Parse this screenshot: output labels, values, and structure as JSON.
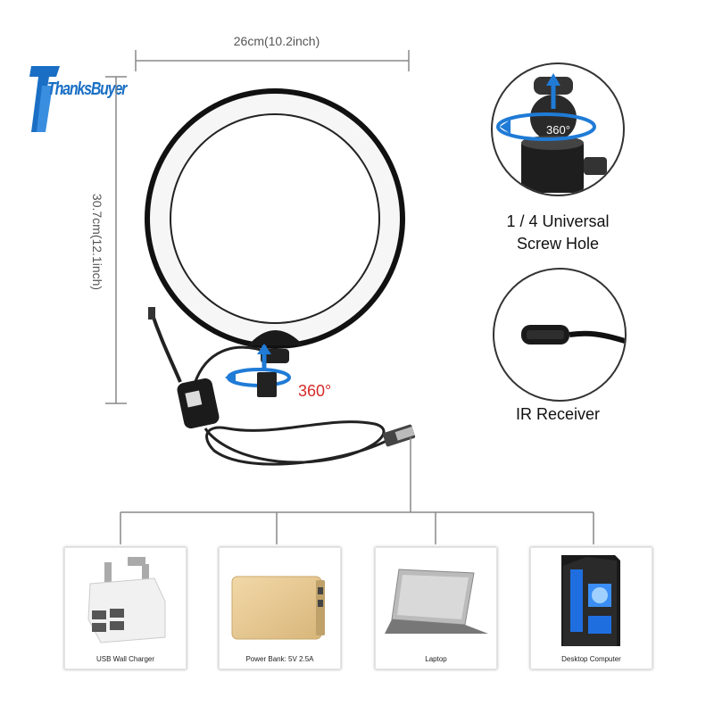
{
  "brand": {
    "name": "ThanksBuyer"
  },
  "dimensions": {
    "width_label": "26cm(10.2inch)",
    "height_label": "30.7cm(12.1inch)"
  },
  "rotation_label": "360°",
  "details": [
    {
      "caption_line1": "1 / 4 Universal",
      "caption_line2": "Screw Hole",
      "badge": "360°"
    },
    {
      "caption_line1": "IR Receiver"
    }
  ],
  "power_sources": [
    {
      "label": "USB Wall Charger"
    },
    {
      "label": "Power Bank: 5V 2.5A"
    },
    {
      "label": "Laptop"
    },
    {
      "label": "Desktop Computer"
    }
  ],
  "colors": {
    "accent_red": "#d62a2a",
    "arrow_blue": "#1f7bd6",
    "brand_blue": "#1a6fc4"
  }
}
